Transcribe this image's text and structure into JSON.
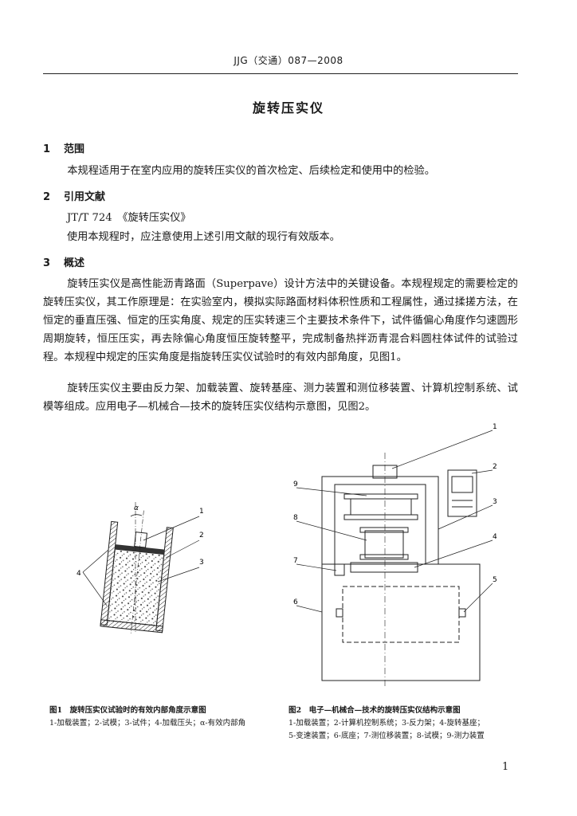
{
  "header": {
    "text": "JJG（交通）087—2008"
  },
  "title": "旋转压实仪",
  "sections": [
    {
      "num": "1",
      "title": "范围"
    },
    {
      "num": "2",
      "title": "引用文献"
    },
    {
      "num": "3",
      "title": "概述"
    }
  ],
  "paragraphs": {
    "scope": "本规程适用于在室内应用的旋转压实仪的首次检定、后续检定和使用中的检验。",
    "ref_item": "JT/T 724　《旋转压实仪》",
    "ref_note": "使用本规程时，应注意使用上述引用文献的现行有效版本。",
    "overview_1": "旋转压实仪是高性能沥青路面（Superpave）设计方法中的关键设备。本规程规定的需要检定的旋转压实仪，其工作原理是：在实验室内，模拟实际路面材料体积性质和工程属性，通过揉搓方法，在恒定的垂直压强、恒定的压实角度、规定的压实转速三个主要技术条件下，试件循偏心角度作匀速圆形周期旋转，恒压压实，再去除偏心角度恒压旋转整平，完成制备热拌沥青混合料圆柱体试件的试验过程。本规程中规定的压实角度是指旋转压实仪试验时的有效内部角度，见图1。",
    "overview_2": "旋转压实仪主要由反力架、加载装置、旋转基座、测力装置和测位移装置、计算机控制系统、试模等组成。应用电子—机械合—技术的旋转压实仪结构示意图，见图2。"
  },
  "figure1": {
    "alpha": "α",
    "labels": [
      "1",
      "2",
      "3",
      "4"
    ],
    "caption_title": "图1　旋转压实仪试验时的有效内部角度示意图",
    "caption_body": "1-加载装置；2-试模；3-试件；4-加载压头；α-有效内部角"
  },
  "figure2": {
    "labels": [
      "1",
      "2",
      "3",
      "4",
      "5",
      "6",
      "7",
      "8",
      "9"
    ],
    "caption_title": "图2　电子—机械合—技术的旋转压实仪结构示意图",
    "caption_line1": "1-加载装置；2-计算机控制系统；3-反力架；4-旋转基座；",
    "caption_line2": "5-变速装置；6-底座；7-测位移装置；8-试模；9-测力装置"
  },
  "page_number": "1"
}
